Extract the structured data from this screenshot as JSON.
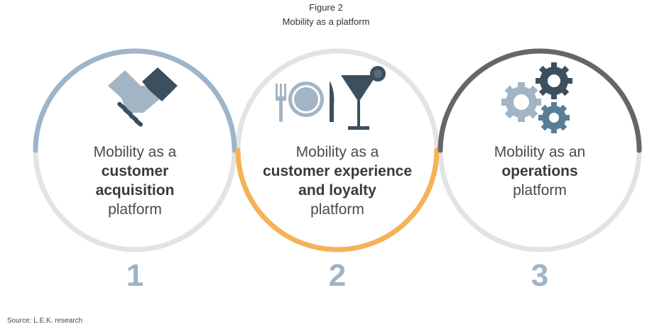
{
  "figure_label": "Figure 2",
  "title": "Mobility as a platform",
  "circles": [
    {
      "number": "1",
      "line1": "Mobility as a",
      "bold1": "customer",
      "bold2": "acquisition",
      "line_last": "platform",
      "icon": "handshake-icon",
      "accent_color": "#9fb4c7"
    },
    {
      "number": "2",
      "line1": "Mobility as a",
      "bold1": "customer experience",
      "bold2": "and loyalty",
      "line_last": "platform",
      "icon": "dining-cocktail-icon",
      "accent_color": "#f5b256"
    },
    {
      "number": "3",
      "line1": "Mobility as an",
      "bold1": "operations",
      "line_last": "platform",
      "icon": "gears-icon",
      "accent_color": "#666666"
    }
  ],
  "source": "Source: L.E.K. research",
  "colors": {
    "ring_base": "#e3e3e3",
    "number": "#9eb3c6",
    "icon_dark": "#3c4f5e",
    "icon_light": "#a3b5c4"
  }
}
